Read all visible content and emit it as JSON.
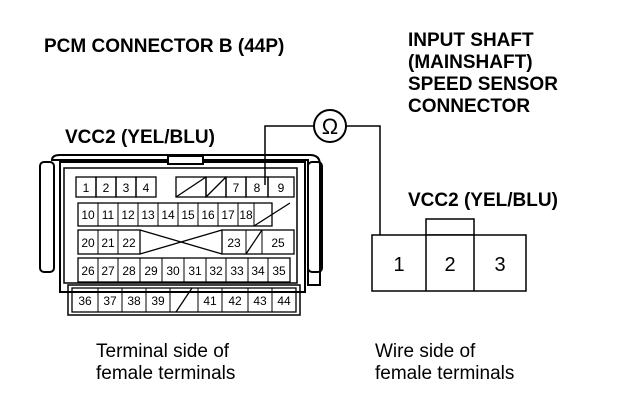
{
  "pcm_connector": {
    "title": "PCM CONNECTOR B (44P)",
    "wire_label": "VCC2 (YEL/BLU)",
    "caption_line1": "Terminal side of",
    "caption_line2": "female terminals",
    "rows": [
      [
        "1",
        "2",
        "3",
        "4",
        "7",
        "8",
        "9"
      ],
      [
        "10",
        "11",
        "12",
        "13",
        "14",
        "15",
        "16",
        "17",
        "18"
      ],
      [
        "20",
        "21",
        "22",
        "23",
        "25"
      ],
      [
        "26",
        "27",
        "28",
        "29",
        "30",
        "31",
        "32",
        "33",
        "34",
        "35"
      ],
      [
        "36",
        "37",
        "38",
        "39",
        "41",
        "42",
        "43",
        "44"
      ]
    ]
  },
  "sensor_connector": {
    "title_line1": "INPUT SHAFT",
    "title_line2": "(MAINSHAFT)",
    "title_line3": "SPEED SENSOR",
    "title_line4": "CONNECTOR",
    "wire_label": "VCC2 (YEL/BLU)",
    "caption_line1": "Wire side of",
    "caption_line2": "female terminals",
    "pins": [
      "1",
      "2",
      "3"
    ]
  },
  "meter": {
    "symbol": "Ω"
  }
}
